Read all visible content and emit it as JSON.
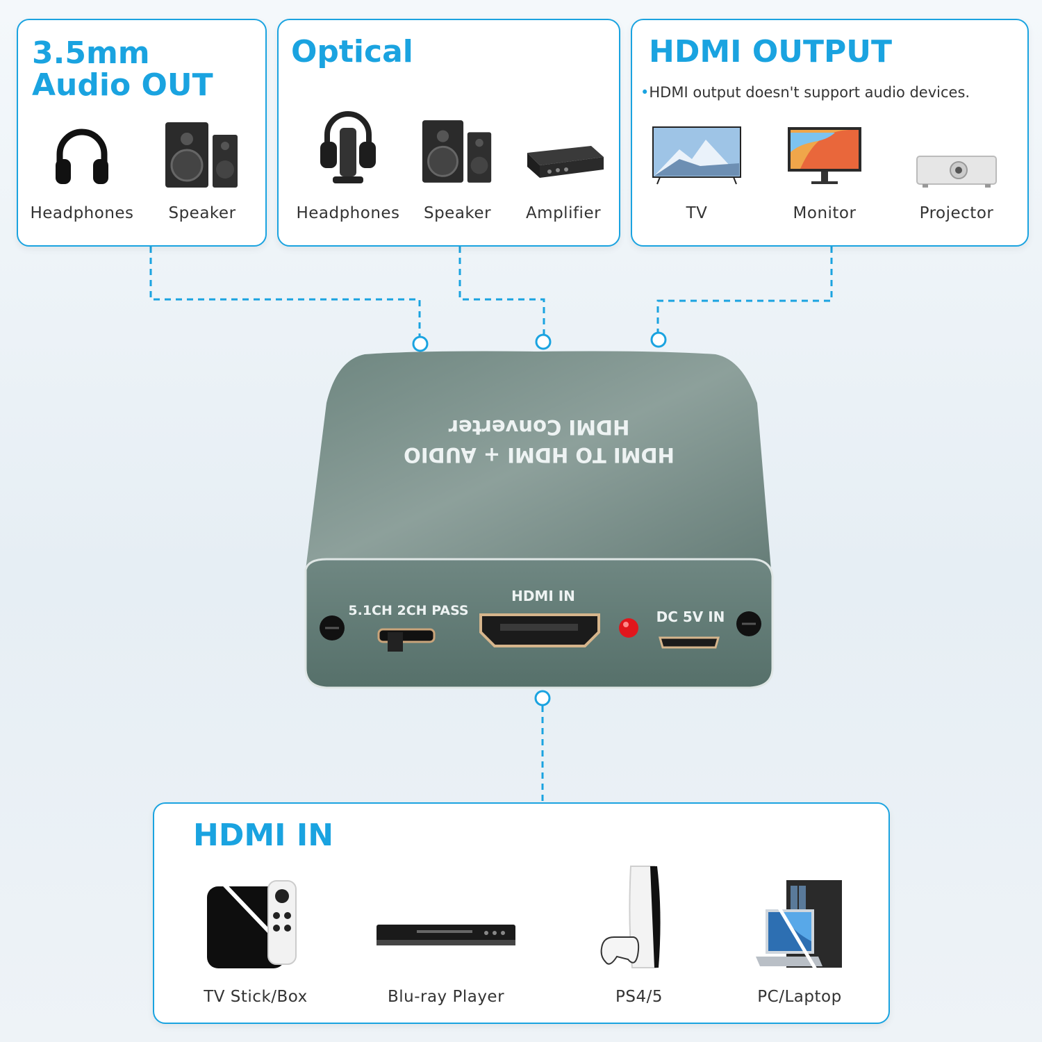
{
  "panels": {
    "audio_out": {
      "title_line1": "3.5mm",
      "title_line2": "Audio OUT",
      "devices": [
        {
          "label": "Headphones",
          "icon": "headphones-icon"
        },
        {
          "label": "Speaker",
          "icon": "speaker-icon"
        }
      ]
    },
    "optical": {
      "title": "Optical",
      "devices": [
        {
          "label": "Headphones",
          "icon": "wireless-headphones-icon"
        },
        {
          "label": "Speaker",
          "icon": "speaker-icon"
        },
        {
          "label": "Amplifier",
          "icon": "amplifier-icon"
        }
      ]
    },
    "hdmi_output": {
      "title": "HDMI OUTPUT",
      "note": "HDMI output doesn't support audio devices.",
      "devices": [
        {
          "label": "TV",
          "icon": "tv-icon"
        },
        {
          "label": "Monitor",
          "icon": "monitor-icon"
        },
        {
          "label": "Projector",
          "icon": "projector-icon"
        }
      ]
    },
    "hdmi_in": {
      "title": "HDMI IN",
      "devices": [
        {
          "label": "TV Stick/Box",
          "icon": "tv-box-icon"
        },
        {
          "label": "Blu-ray Player",
          "icon": "bluray-player-icon"
        },
        {
          "label": "PS4/5",
          "icon": "game-console-icon"
        },
        {
          "label": "PC/Laptop",
          "icon": "pc-laptop-icon"
        }
      ]
    }
  },
  "device": {
    "top_line1": "HDMI TO HDMI + AUDIO",
    "top_line2": "HDMI Converter",
    "switch_label": "5.1CH 2CH PASS",
    "hdmi_in_label": "HDMI IN",
    "dc_label": "DC 5V IN"
  },
  "colors": {
    "accent": "#1aa3e0",
    "device_body": "#6f8781",
    "led": "#e0161c"
  }
}
